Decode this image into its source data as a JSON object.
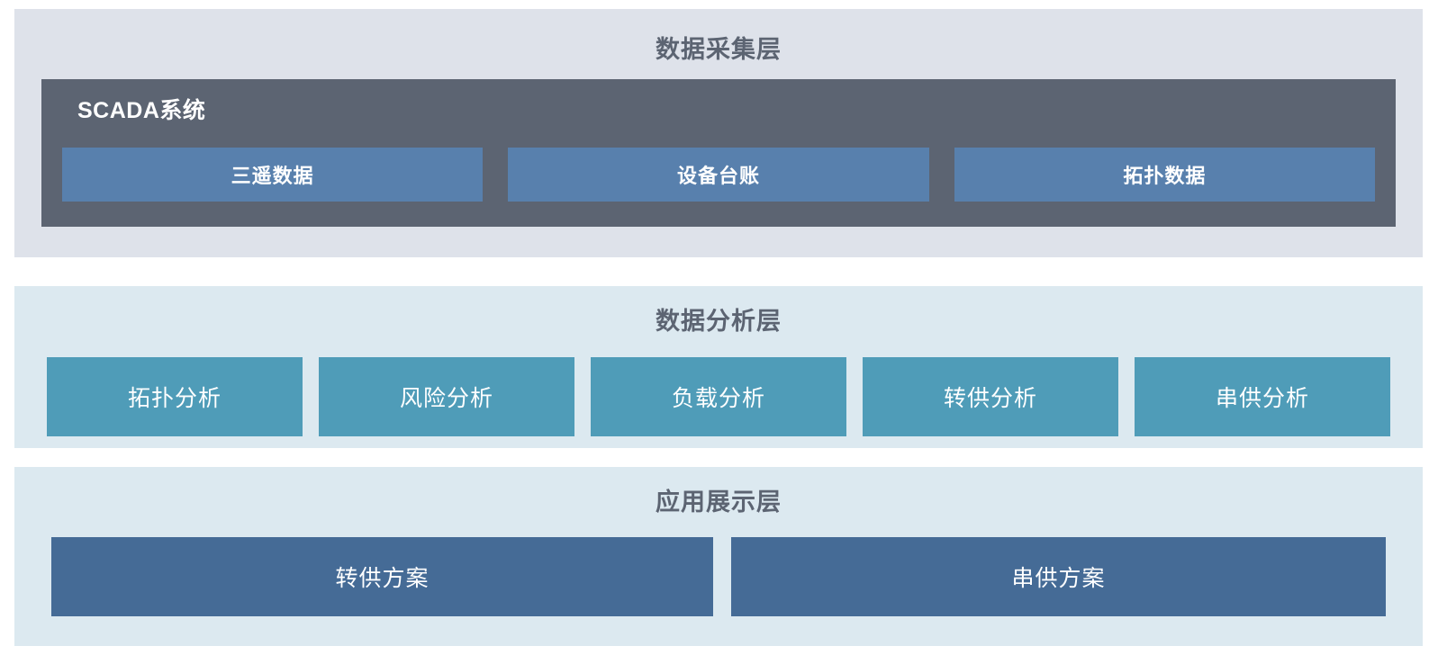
{
  "diagram": {
    "type": "layered-architecture",
    "background_color": "#ffffff",
    "layers": [
      {
        "id": "data-collection",
        "title": "数据采集层",
        "panel_color": "#dee2ea",
        "title_color": "#5c6472",
        "group": {
          "label": "SCADA系统",
          "color": "#5c6472",
          "label_color": "#ffffff",
          "boxes": [
            {
              "label": "三遥数据",
              "color": "#5880ad"
            },
            {
              "label": "设备台账",
              "color": "#5880ad"
            },
            {
              "label": "拓扑数据",
              "color": "#5880ad"
            }
          ]
        }
      },
      {
        "id": "data-analysis",
        "title": "数据分析层",
        "panel_color": "#dce9f0",
        "title_color": "#5c6472",
        "boxes": [
          {
            "label": "拓扑分析",
            "color": "#4f9cb8"
          },
          {
            "label": "风险分析",
            "color": "#4f9cb8"
          },
          {
            "label": "负载分析",
            "color": "#4f9cb8"
          },
          {
            "label": "转供分析",
            "color": "#4f9cb8"
          },
          {
            "label": "串供分析",
            "color": "#4f9cb8"
          }
        ]
      },
      {
        "id": "application-display",
        "title": "应用展示层",
        "panel_color": "#dce9f0",
        "title_color": "#5c6472",
        "boxes": [
          {
            "label": "转供方案",
            "color": "#456b96"
          },
          {
            "label": "串供方案",
            "color": "#456b96"
          }
        ]
      }
    ]
  }
}
